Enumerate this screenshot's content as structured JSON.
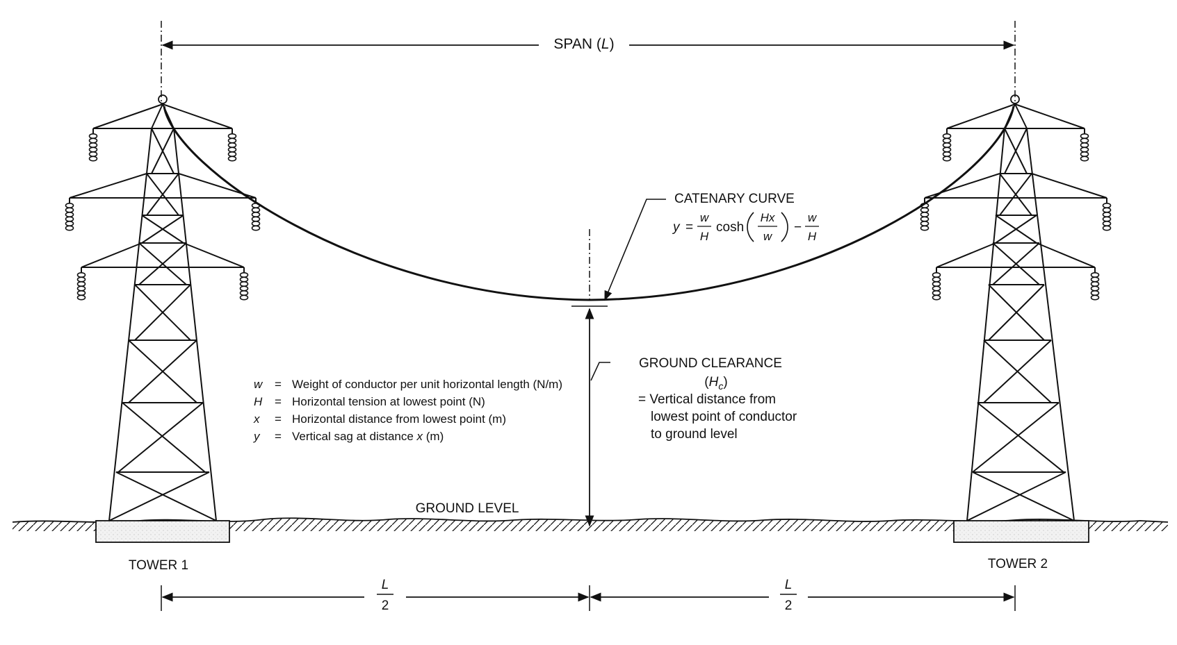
{
  "span_label": {
    "prefix": "SPAN (",
    "var": "L",
    "suffix": ")"
  },
  "catenary": {
    "title": "CATENARY CURVE",
    "eq_y": "y",
    "eq_equals": "=",
    "eq_w": "w",
    "eq_H": "H",
    "eq_cosh": "cosh",
    "eq_Hx": "Hx",
    "eq_minus": "−"
  },
  "legend": [
    {
      "sym": "w",
      "eq": "=",
      "desc": "Weight of conductor per unit horizontal length (N/m)"
    },
    {
      "sym": "H",
      "eq": "=",
      "desc": "Horizontal tension at lowest point (N)"
    },
    {
      "sym": "x",
      "eq": "=",
      "desc": "Horizontal distance from lowest point (m)"
    },
    {
      "sym": "y",
      "eq": "=",
      "desc": "Vertical sag at distance ",
      "desc_var": "x",
      "desc_tail": " (m)"
    }
  ],
  "clearance": {
    "title": "GROUND CLEARANCE",
    "sym_open": "(",
    "sym": "H",
    "sym_sub": "c",
    "sym_close": ")",
    "line1": "= Vertical distance from",
    "line2": "lowest point of conductor",
    "line3": "to ground level"
  },
  "ground_label": "GROUND LEVEL",
  "tower1_label": "TOWER 1",
  "tower2_label": "TOWER 2",
  "half_span": {
    "num": "L",
    "den": "2"
  },
  "colors": {
    "line": "#111111",
    "foundation": "#f1f1f1",
    "background": "#ffffff"
  }
}
